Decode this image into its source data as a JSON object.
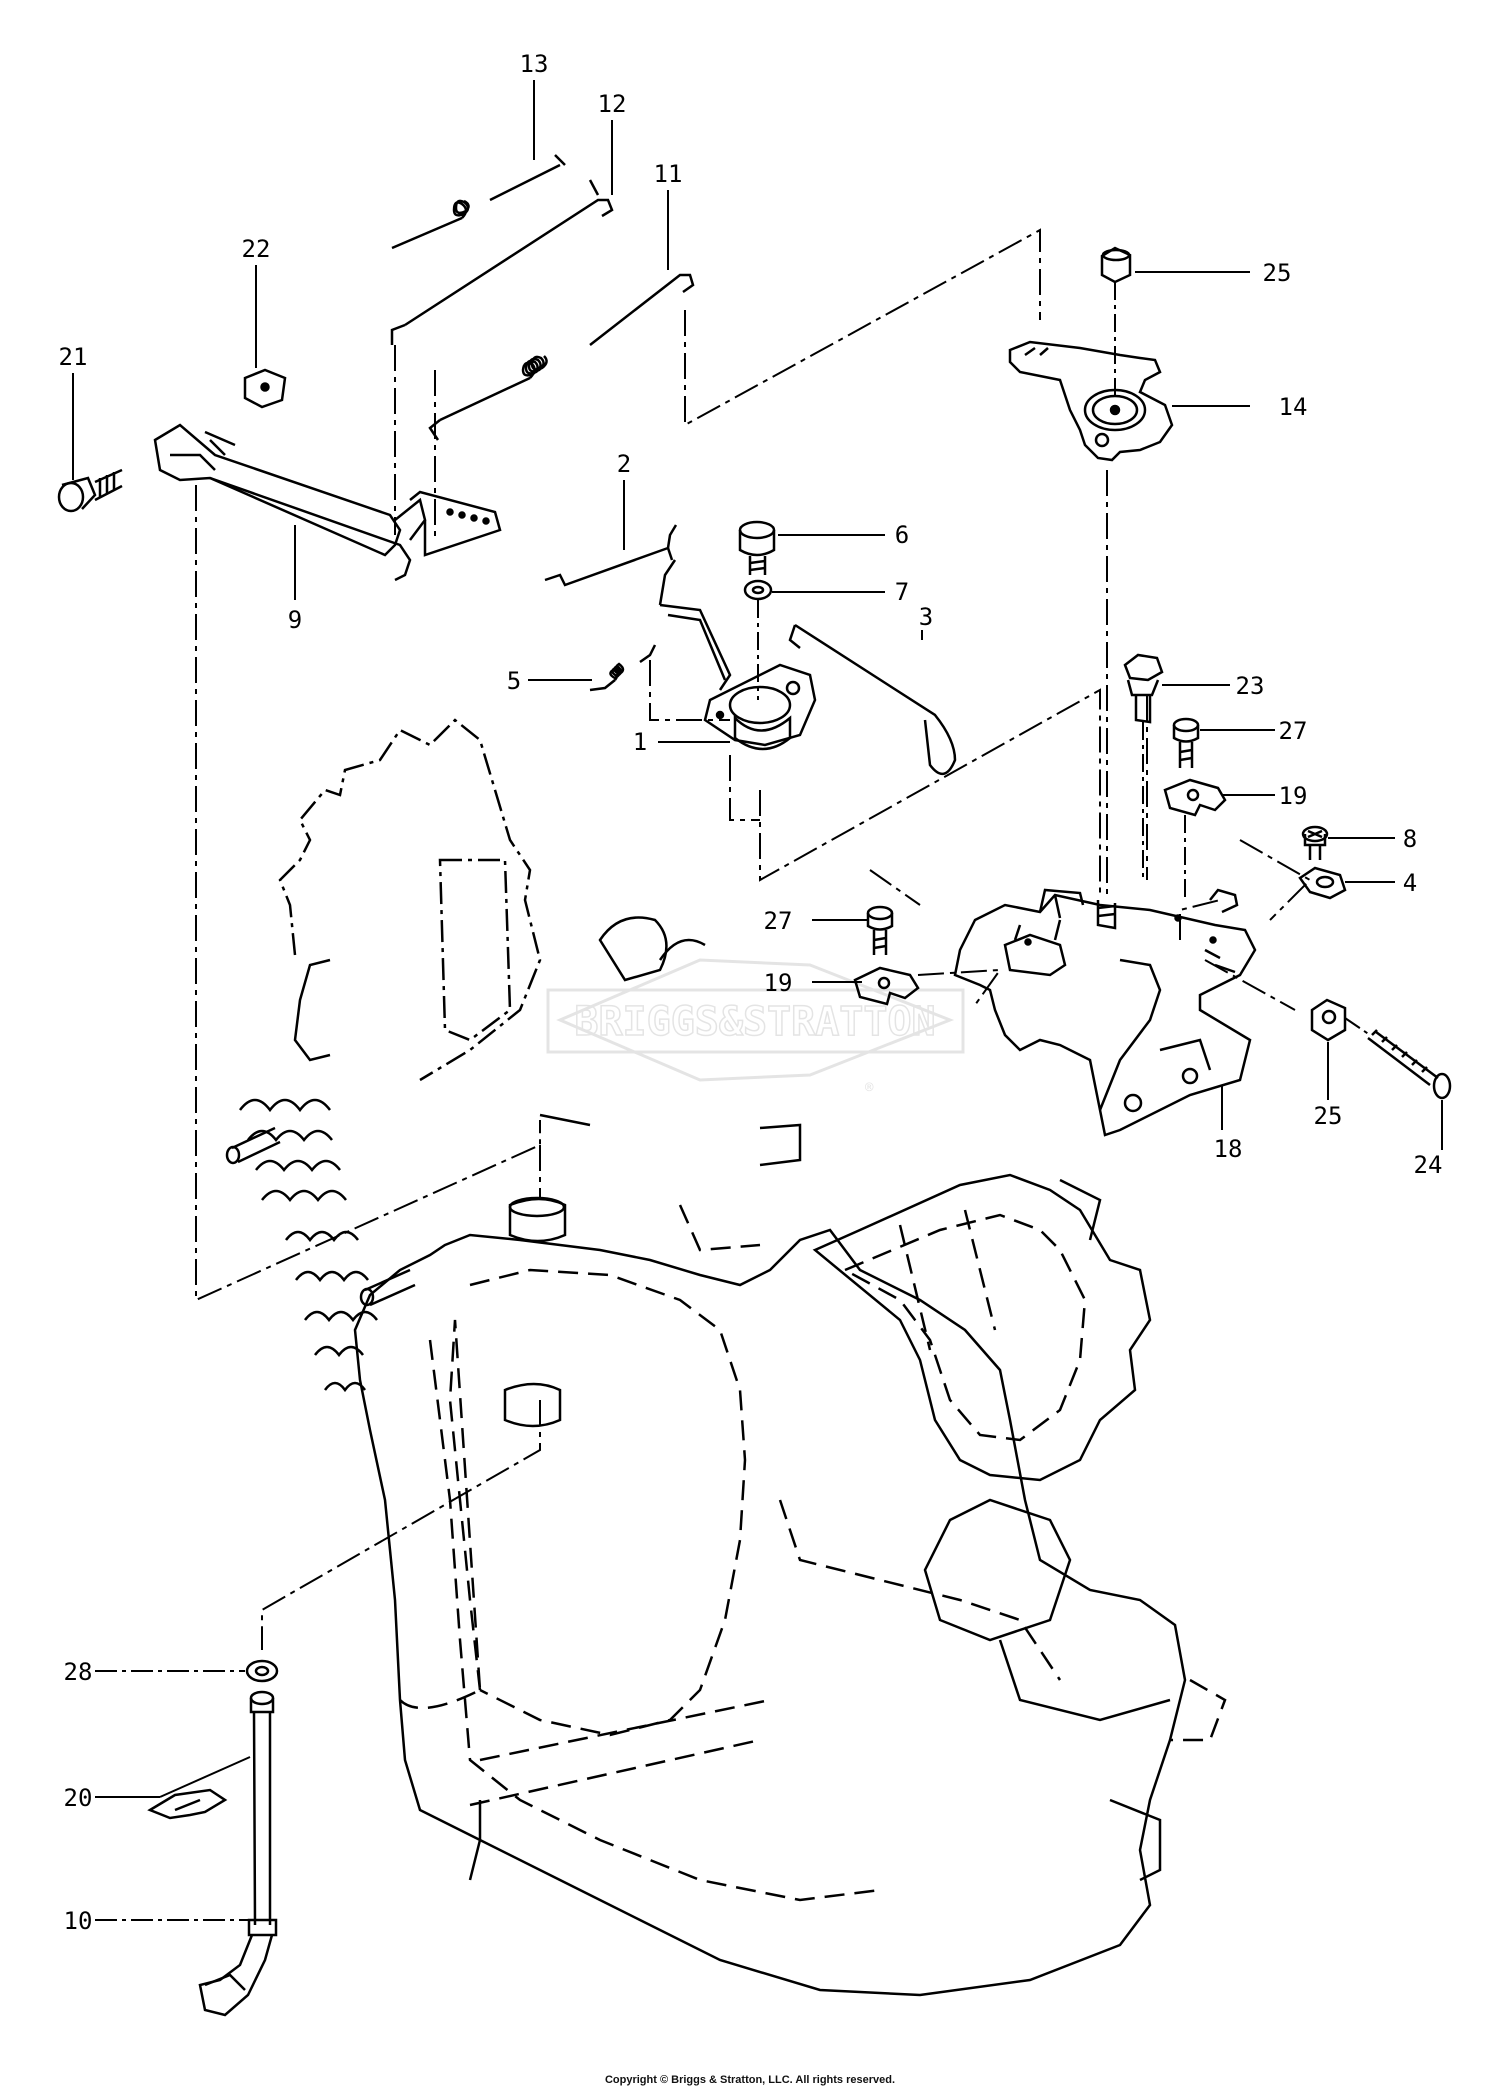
{
  "watermark": {
    "brand": "BRIGGS&STRATTON",
    "registered_mark": "®"
  },
  "callouts": [
    {
      "id": "c13",
      "label": "13"
    },
    {
      "id": "c12",
      "label": "12"
    },
    {
      "id": "c11",
      "label": "11"
    },
    {
      "id": "c22",
      "label": "22"
    },
    {
      "id": "c21",
      "label": "21"
    },
    {
      "id": "c9",
      "label": "9"
    },
    {
      "id": "c2",
      "label": "2"
    },
    {
      "id": "c6",
      "label": "6"
    },
    {
      "id": "c7",
      "label": "7"
    },
    {
      "id": "c3",
      "label": "3"
    },
    {
      "id": "c5",
      "label": "5"
    },
    {
      "id": "c1",
      "label": "1"
    },
    {
      "id": "c25a",
      "label": "25"
    },
    {
      "id": "c14",
      "label": "14"
    },
    {
      "id": "c23",
      "label": "23"
    },
    {
      "id": "c27a",
      "label": "27"
    },
    {
      "id": "c19a",
      "label": "19"
    },
    {
      "id": "c8",
      "label": "8"
    },
    {
      "id": "c4",
      "label": "4"
    },
    {
      "id": "c27b",
      "label": "27"
    },
    {
      "id": "c19b",
      "label": "19"
    },
    {
      "id": "c25b",
      "label": "25"
    },
    {
      "id": "c24",
      "label": "24"
    },
    {
      "id": "c18",
      "label": "18"
    },
    {
      "id": "c28",
      "label": "28"
    },
    {
      "id": "c20",
      "label": "20"
    },
    {
      "id": "c10",
      "label": "10"
    }
  ],
  "copyright": "Copyright © Briggs & Stratton, LLC. All rights reserved."
}
